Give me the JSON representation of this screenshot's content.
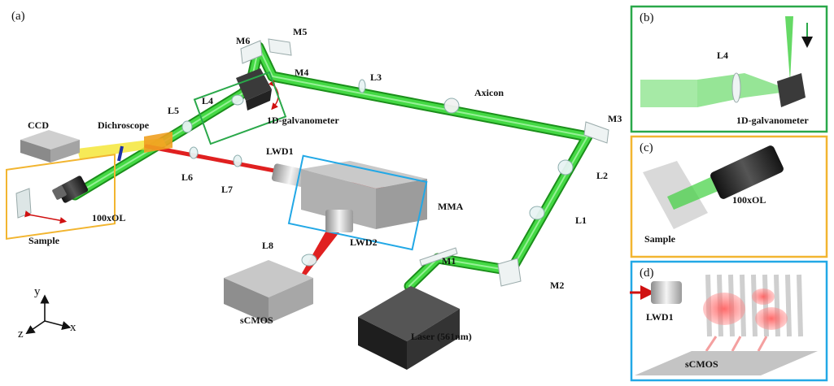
{
  "panel_tags": {
    "a": "(a)",
    "b": "(b)",
    "c": "(c)",
    "d": "(d)"
  },
  "labels": {
    "m1": "M1",
    "m2": "M2",
    "m3": "M3",
    "m4": "M4",
    "m5": "M5",
    "m6": "M6",
    "l1": "L1",
    "l2": "L2",
    "l3": "L3",
    "l4": "L4",
    "l5": "L5",
    "l6": "L6",
    "l7": "L7",
    "l8": "L8",
    "axicon": "Axicon",
    "galvo": "1D-galvanometer",
    "ccd": "CCD",
    "dichroscope": "Dichroscope",
    "objective": "100xOL",
    "sample": "Sample",
    "lwd1": "LWD1",
    "lwd2": "LWD2",
    "mma": "MMA",
    "scmos": "sCMOS",
    "laser": "Laser (561nm)"
  },
  "inset_b": {
    "l4": "L4",
    "galvo": "1D-galvanometer"
  },
  "inset_c": {
    "objective": "100xOL",
    "sample": "Sample"
  },
  "inset_d": {
    "lwd1": "LWD1",
    "scmos": "sCMOS"
  },
  "axes": {
    "x": "x",
    "y": "y",
    "z": "z"
  },
  "colors": {
    "green_beam": "#3fd03f",
    "red_beam": "#e02020",
    "yellow_beam": "#f5e63a",
    "box_green": "#2aa84a",
    "box_blue": "#22a8e6",
    "box_orange": "#f2b530",
    "laser_body": "#2e2e2e",
    "camera_body": "#8f8f8f"
  }
}
